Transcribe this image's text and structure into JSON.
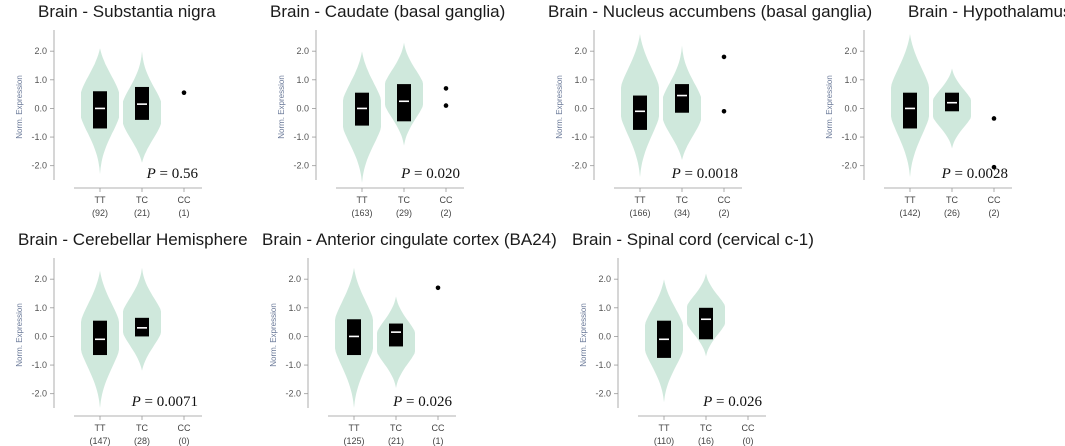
{
  "colors": {
    "violin": "#cfe8dc",
    "box": "#000000",
    "median": "#ffffff",
    "axis": "#999999"
  },
  "chart_data": [
    {
      "type": "violin",
      "title": "Brain - Substantia nigra",
      "ylabel": "Norm. Expression",
      "yticks": [
        "2.0",
        "1.0",
        "0.0",
        "-1.0",
        "-2.0"
      ],
      "ylim": [
        -2.5,
        2.6
      ],
      "pvalue": "0.56",
      "categories": [
        "TT",
        "TC",
        "CC"
      ],
      "counts": [
        "(92)",
        "(21)",
        "(1)"
      ],
      "groups": [
        {
          "name": "TT",
          "violin": [
            -2.3,
            2.1
          ],
          "bulge": 0.4,
          "q1": -0.7,
          "median": 0.0,
          "q3": 0.6
        },
        {
          "name": "TC",
          "violin": [
            -1.9,
            2.0
          ],
          "bulge": 0.6,
          "q1": -0.4,
          "median": 0.15,
          "q3": 0.75
        },
        {
          "name": "CC",
          "points": [
            0.55
          ]
        }
      ]
    },
    {
      "type": "violin",
      "title": "Brain - Caudate (basal ganglia)",
      "ylabel": "Norm. Expression",
      "yticks": [
        "2.0",
        "1.0",
        "0.0",
        "-1.0",
        "-2.0"
      ],
      "ylim": [
        -2.5,
        2.6
      ],
      "pvalue": "0.020",
      "categories": [
        "TT",
        "TC",
        "CC"
      ],
      "counts": [
        "(163)",
        "(29)",
        "(2)"
      ],
      "groups": [
        {
          "name": "TT",
          "violin": [
            -2.6,
            2.0
          ],
          "bulge": 0.45,
          "q1": -0.6,
          "median": 0.0,
          "q3": 0.55
        },
        {
          "name": "TC",
          "violin": [
            -1.3,
            2.3
          ],
          "bulge": 0.5,
          "q1": -0.45,
          "median": 0.25,
          "q3": 0.85
        },
        {
          "name": "CC",
          "points": [
            0.7,
            0.1
          ]
        }
      ]
    },
    {
      "type": "violin",
      "title": "Brain - Nucleus accumbens (basal ganglia)",
      "ylabel": "Norm. Expression",
      "yticks": [
        "2.0",
        "1.0",
        "0.0",
        "-1.0",
        "-2.0"
      ],
      "ylim": [
        -2.5,
        2.6
      ],
      "pvalue": "0.0018",
      "categories": [
        "TT",
        "TC",
        "CC"
      ],
      "counts": [
        "(166)",
        "(34)",
        "(2)"
      ],
      "groups": [
        {
          "name": "TT",
          "violin": [
            -2.4,
            2.6
          ],
          "bulge": 0.45,
          "q1": -0.75,
          "median": -0.1,
          "q3": 0.45
        },
        {
          "name": "TC",
          "violin": [
            -1.8,
            2.2
          ],
          "bulge": 0.6,
          "q1": -0.15,
          "median": 0.45,
          "q3": 0.85
        },
        {
          "name": "CC",
          "points": [
            1.8,
            -0.1
          ]
        }
      ]
    },
    {
      "type": "violin",
      "title": "Brain - Hypothalamus",
      "ylabel": "Norm. Expression",
      "yticks": [
        "2.0",
        "1.0",
        "0.0",
        "-1.0",
        "-2.0"
      ],
      "ylim": [
        -2.5,
        2.6
      ],
      "pvalue": "0.0028",
      "categories": [
        "TT",
        "TC",
        "CC"
      ],
      "counts": [
        "(142)",
        "(26)",
        "(2)"
      ],
      "groups": [
        {
          "name": "TT",
          "violin": [
            -2.4,
            2.6
          ],
          "bulge": 0.45,
          "q1": -0.7,
          "median": 0.0,
          "q3": 0.55
        },
        {
          "name": "TC",
          "violin": [
            -1.4,
            1.4
          ],
          "bulge": 0.5,
          "q1": -0.1,
          "median": 0.2,
          "q3": 0.55
        },
        {
          "name": "CC",
          "points": [
            -0.35,
            -2.05
          ]
        }
      ]
    },
    {
      "type": "violin",
      "title": "Brain - Cerebellar Hemisphere",
      "ylabel": "Norm. Expression",
      "yticks": [
        "2.0",
        "1.0",
        "0.0",
        "-1.0",
        "-2.0"
      ],
      "ylim": [
        -2.5,
        2.6
      ],
      "pvalue": "0.0071",
      "categories": [
        "TT",
        "TC",
        "CC"
      ],
      "counts": [
        "(147)",
        "(28)",
        "(0)"
      ],
      "groups": [
        {
          "name": "TT",
          "violin": [
            -2.5,
            2.3
          ],
          "bulge": 0.45,
          "q1": -0.65,
          "median": -0.1,
          "q3": 0.55
        },
        {
          "name": "TC",
          "violin": [
            -1.2,
            2.4
          ],
          "bulge": 0.55,
          "q1": 0.0,
          "median": 0.3,
          "q3": 0.65
        },
        {
          "name": "CC",
          "points": []
        }
      ]
    },
    {
      "type": "violin",
      "title": "Brain - Anterior cingulate cortex (BA24)",
      "ylabel": "Norm. Expression",
      "yticks": [
        "2.0",
        "1.0",
        "0.0",
        "-1.0",
        "-2.0"
      ],
      "ylim": [
        -2.5,
        2.6
      ],
      "pvalue": "0.026",
      "categories": [
        "TT",
        "TC",
        "CC"
      ],
      "counts": [
        "(125)",
        "(21)",
        "(1)"
      ],
      "groups": [
        {
          "name": "TT",
          "violin": [
            -2.5,
            2.4
          ],
          "bulge": 0.45,
          "q1": -0.65,
          "median": 0.0,
          "q3": 0.6
        },
        {
          "name": "TC",
          "violin": [
            -1.8,
            1.4
          ],
          "bulge": 0.5,
          "q1": -0.35,
          "median": 0.15,
          "q3": 0.45
        },
        {
          "name": "CC",
          "points": [
            1.7
          ]
        }
      ]
    },
    {
      "type": "violin",
      "title": "Brain - Spinal cord (cervical c-1)",
      "ylabel": "Norm. Expression",
      "yticks": [
        "2.0",
        "1.0",
        "0.0",
        "-1.0",
        "-2.0"
      ],
      "ylim": [
        -2.5,
        2.6
      ],
      "pvalue": "0.026",
      "categories": [
        "TT",
        "TC",
        "CC"
      ],
      "counts": [
        "(110)",
        "(16)",
        "(0)"
      ],
      "groups": [
        {
          "name": "TT",
          "violin": [
            -2.3,
            2.0
          ],
          "bulge": 0.45,
          "q1": -0.75,
          "median": -0.1,
          "q3": 0.55
        },
        {
          "name": "TC",
          "violin": [
            -0.7,
            2.2
          ],
          "bulge": 0.5,
          "q1": -0.1,
          "median": 0.6,
          "q3": 1.0
        },
        {
          "name": "CC",
          "points": []
        }
      ]
    }
  ]
}
